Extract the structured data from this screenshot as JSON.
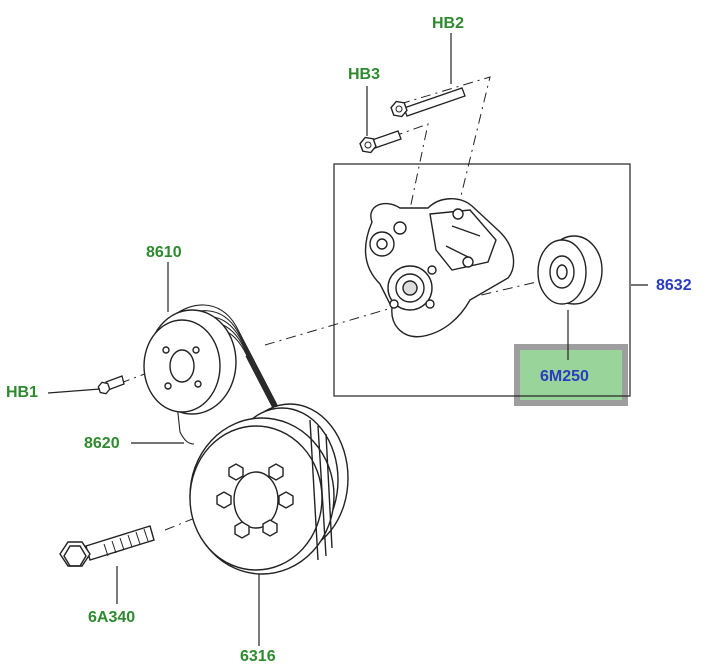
{
  "labels": {
    "hb2": "HB2",
    "hb3": "HB3",
    "p8610": "8610",
    "p8632": "8632",
    "p6m250": "6M250",
    "hb1": "HB1",
    "p8620": "8620",
    "p6a340": "6A340",
    "p6316": "6316"
  },
  "colors": {
    "callout_green": "#2f8a2f",
    "callout_blue": "#2b3cbf",
    "highlight_fill": "#99d49a",
    "highlight_border": "#9e9e9e",
    "line": "#222222"
  }
}
